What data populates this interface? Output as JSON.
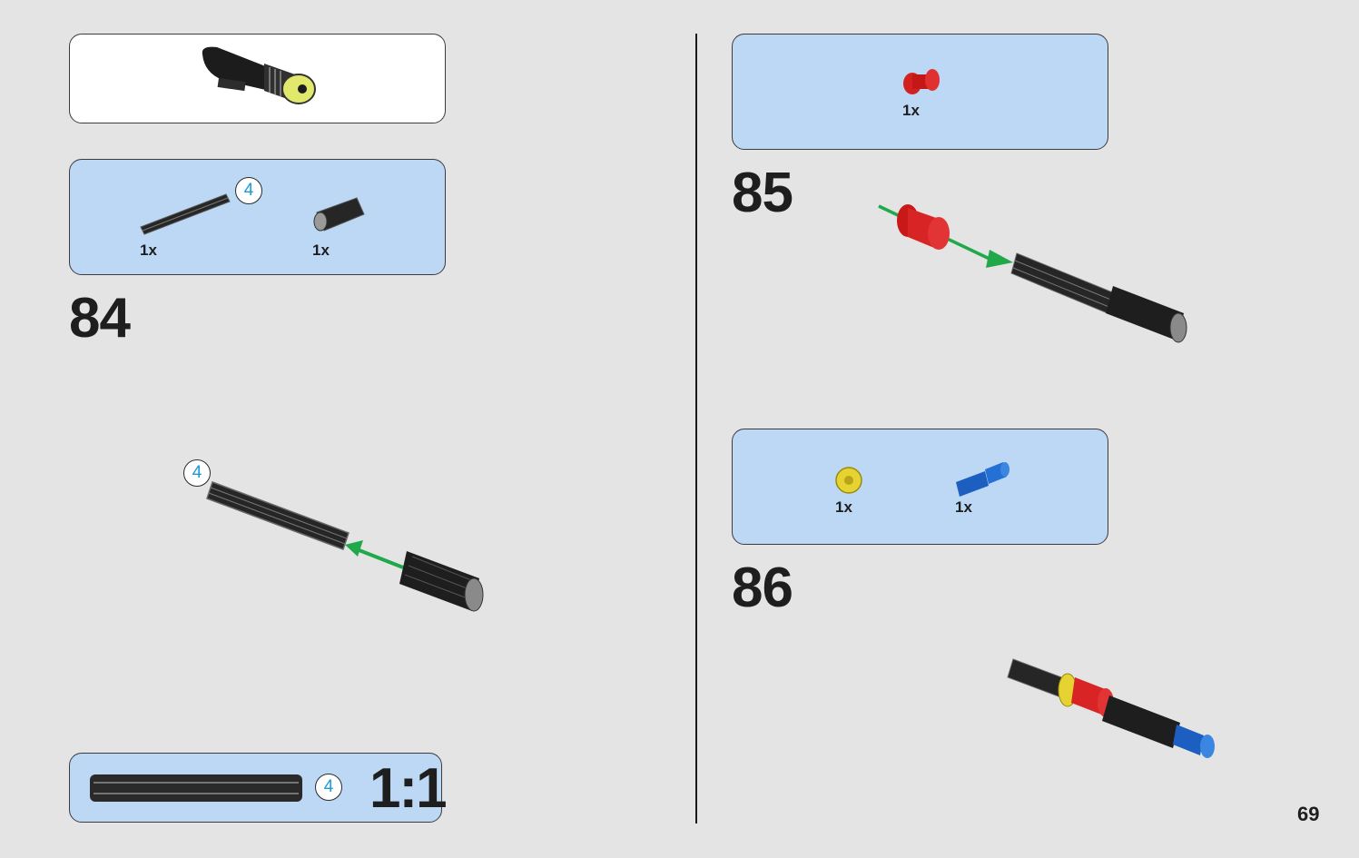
{
  "left_page": {
    "submodel_preview": {
      "icon": "lightsaber-hilt-icon"
    },
    "step84": {
      "number": "84",
      "parts": [
        {
          "icon": "axle-4-icon",
          "qty": "1x",
          "length_badge": "4"
        },
        {
          "icon": "axle-connector-icon",
          "qty": "1x"
        }
      ],
      "model_badge": "4"
    },
    "scale_box": {
      "length_badge": "4",
      "label": "1:1"
    }
  },
  "right_page": {
    "step85": {
      "number": "85",
      "parts": [
        {
          "icon": "red-bush-icon",
          "qty": "1x"
        }
      ]
    },
    "step86": {
      "number": "86",
      "parts": [
        {
          "icon": "yellow-half-bush-icon",
          "qty": "1x"
        },
        {
          "icon": "blue-axle-pin-icon",
          "qty": "1x"
        }
      ]
    },
    "page_number": "69"
  },
  "colors": {
    "page_bg": "#e4e4e4",
    "parts_box_bg": "#bcd8f4",
    "arrow": "#20a84a",
    "badge_text": "#1a9ad6"
  }
}
